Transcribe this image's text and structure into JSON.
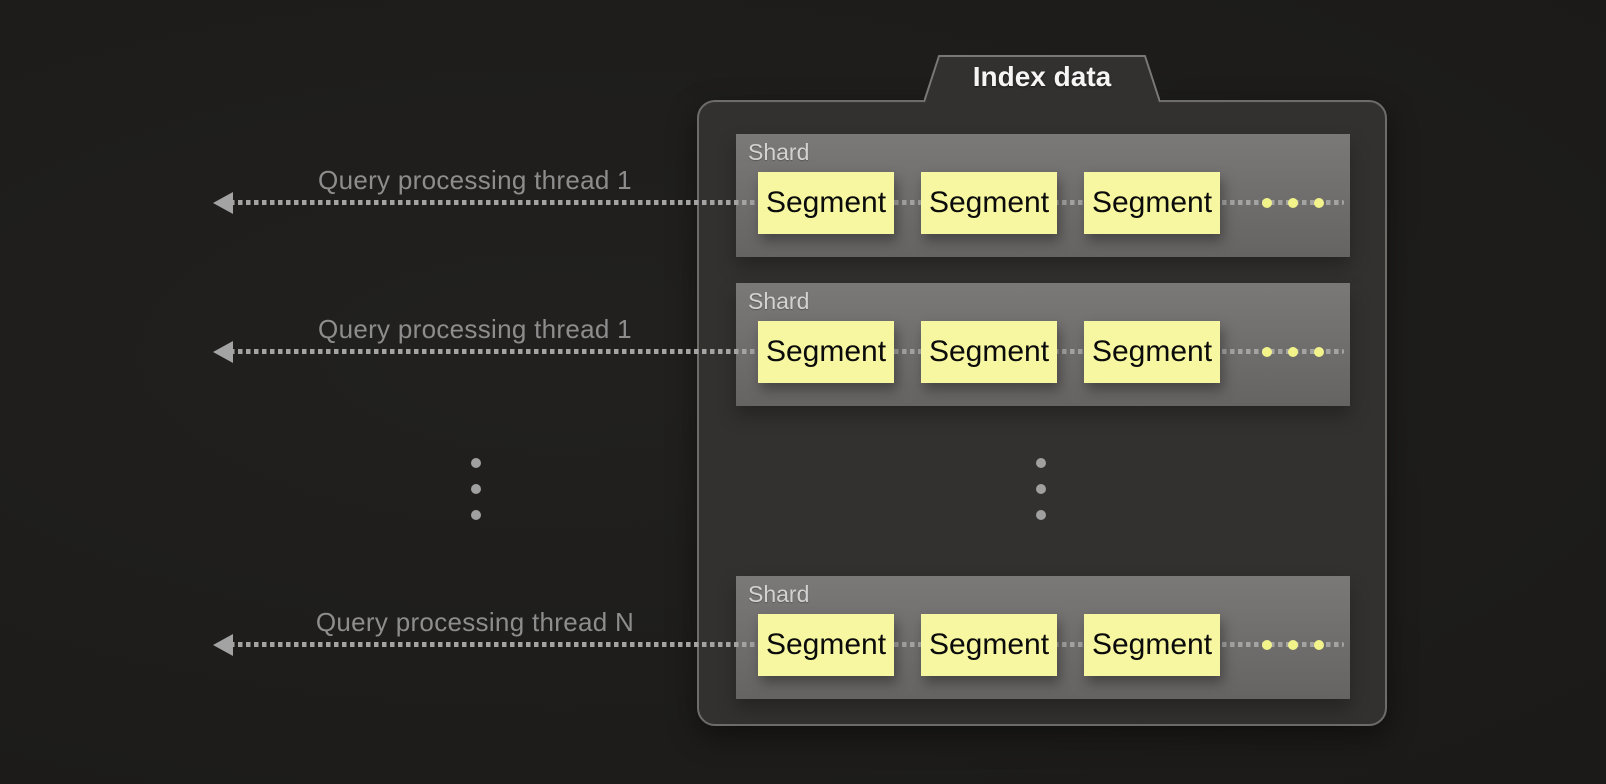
{
  "panel": {
    "tab_label": "Index data"
  },
  "threads": [
    {
      "label": "Query processing thread 1"
    },
    {
      "label": "Query processing thread 1"
    },
    {
      "label": "Query processing thread N"
    }
  ],
  "shards": [
    {
      "label": "Shard",
      "segments": [
        "Segment",
        "Segment",
        "Segment"
      ]
    },
    {
      "label": "Shard",
      "segments": [
        "Segment",
        "Segment",
        "Segment"
      ]
    },
    {
      "label": "Shard",
      "segments": [
        "Segment",
        "Segment",
        "Segment"
      ]
    }
  ],
  "colors": {
    "page_bg": "#1d1c1a",
    "panel_bg": "#333130",
    "panel_border": "#6e6c69",
    "shard_bg_top": "#7b7977",
    "shard_bg_bottom": "#666462",
    "segment_bg": "#f7f7a1",
    "segment_text": "#0b0b0b",
    "shard_label": "#d2d2d2",
    "thread_label": "#8d8d8d",
    "dotted_line": "#a3a3a3",
    "yellow_dot": "#f3f38b",
    "tab_text": "#f5f5f5",
    "ellipsis_dot": "#a0a0a0"
  }
}
